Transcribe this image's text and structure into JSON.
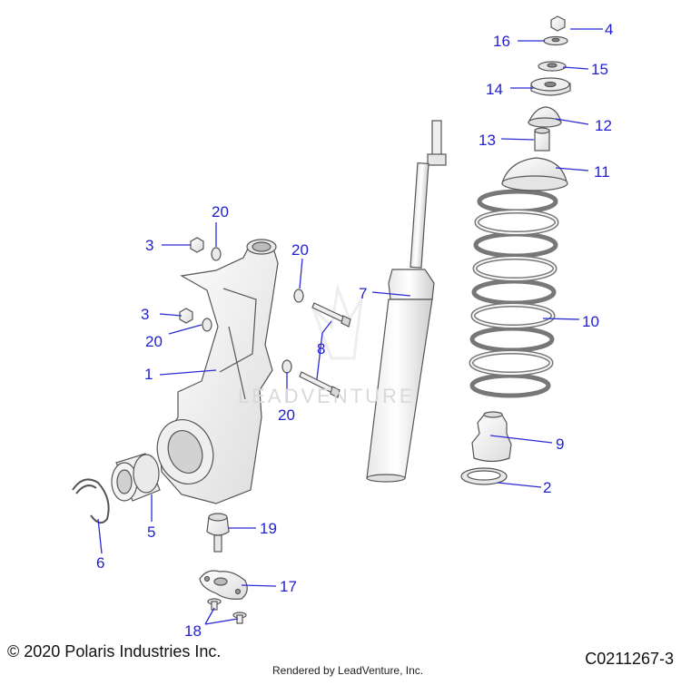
{
  "callouts": {
    "c1": "1",
    "c2": "2",
    "c3a": "3",
    "c3b": "3",
    "c4": "4",
    "c5": "5",
    "c6": "6",
    "c7": "7",
    "c8": "8",
    "c9": "9",
    "c10": "10",
    "c11": "11",
    "c12": "12",
    "c13": "13",
    "c14": "14",
    "c15": "15",
    "c16": "16",
    "c17": "17",
    "c18": "18",
    "c19": "19",
    "c20a": "20",
    "c20b": "20",
    "c20c": "20",
    "c20d": "20"
  },
  "footer": {
    "copyright": "© 2020 Polaris Industries Inc.",
    "rendered_by": "Rendered by LeadVenture, Inc.",
    "diagram_code": "C0211267-3"
  },
  "watermark": {
    "text": "LEADVENTURE"
  },
  "colors": {
    "callout": "#1f1fd1",
    "line": "#2b2bd6",
    "part_stroke": "#555555"
  }
}
